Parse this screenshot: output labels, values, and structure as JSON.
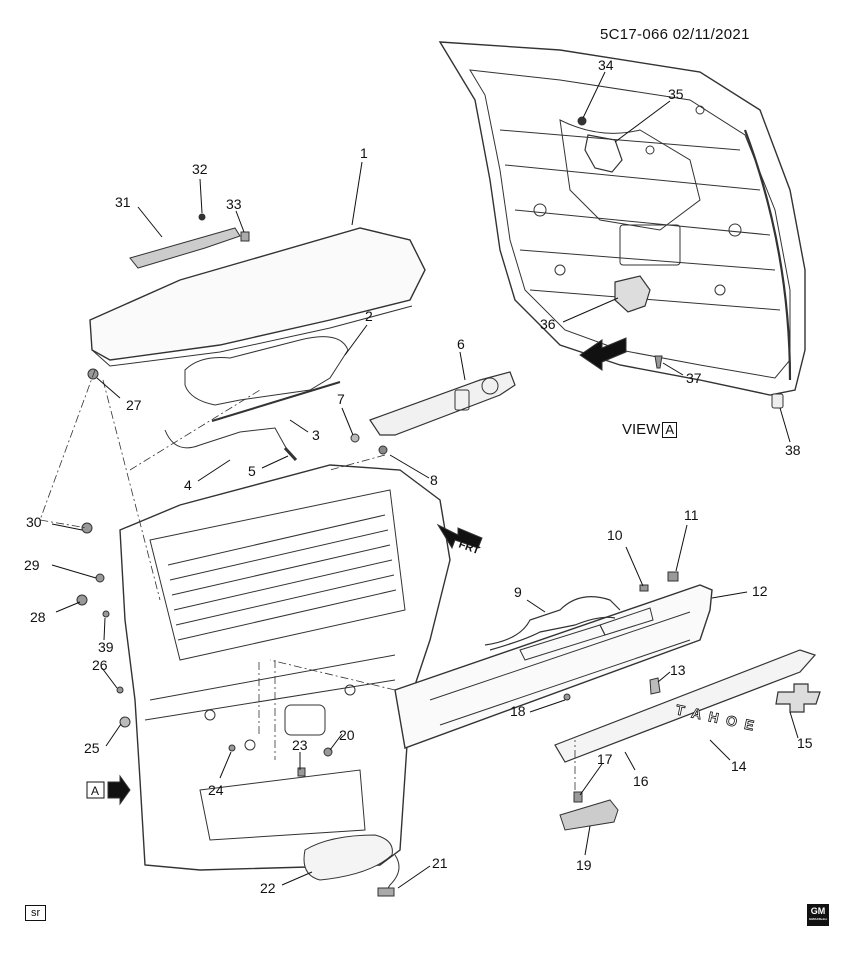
{
  "header": {
    "reference": "5C17-066  02/11/2021"
  },
  "view": {
    "label": "VIEW",
    "letter": "A"
  },
  "direction": {
    "frt": "FRT"
  },
  "view_marker": {
    "letter": "A"
  },
  "footer": {
    "sr": "sr",
    "gm": "GM",
    "gm_sub": "GM/ACDelco"
  },
  "emblem": {
    "text": "T A H O E"
  },
  "callouts": [
    "1",
    "2",
    "3",
    "4",
    "5",
    "6",
    "7",
    "8",
    "9",
    "10",
    "11",
    "12",
    "13",
    "14",
    "15",
    "16",
    "17",
    "18",
    "19",
    "20",
    "21",
    "22",
    "23",
    "24",
    "25",
    "26",
    "27",
    "28",
    "29",
    "30",
    "31",
    "32",
    "33",
    "34",
    "35",
    "36",
    "37",
    "38",
    "39"
  ]
}
